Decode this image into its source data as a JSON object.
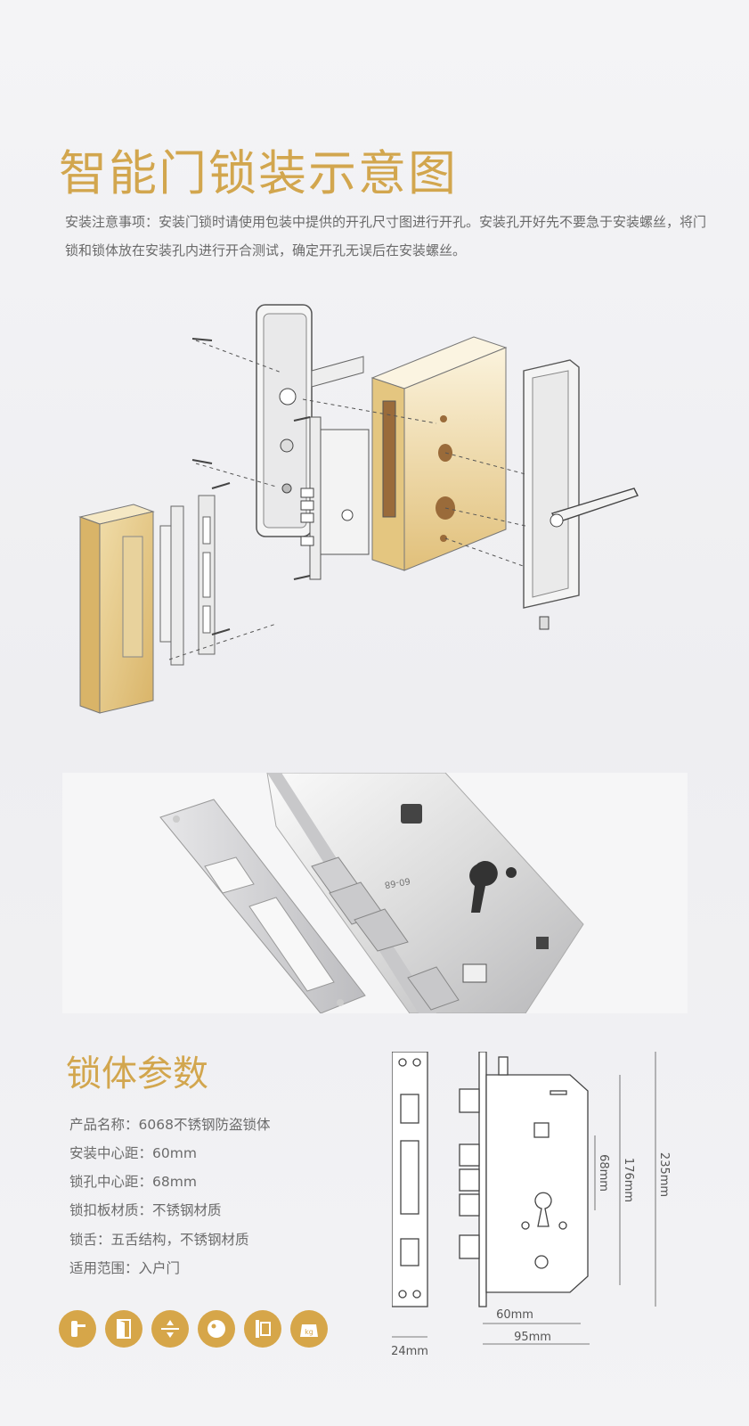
{
  "title": "智能门锁装示意图",
  "install_note": "安装注意事项：安装门锁时请使用包装中提供的开孔尺寸图进行开孔。安装孔开好先不要急于安装螺丝，将门锁和锁体放在安装孔内进行开合测试，确定开孔无误后在安装螺丝。",
  "params": {
    "heading": "锁体参数",
    "items": [
      "产品名称：6068不锈钢防盗锁体",
      "安装中心距：60mm",
      "锁孔中心距：68mm",
      "锁扣板材质：不锈钢材质",
      "锁舌：五舌结构，不锈钢材质",
      "适用范围：入户门"
    ]
  },
  "dimensions": {
    "w24": "24mm",
    "w60": "60mm",
    "w95": "95mm",
    "h68": "68mm",
    "h176": "176mm",
    "h235": "235mm"
  },
  "photo_marks": {
    "model": "60-68"
  },
  "icons": [
    "handle-icon",
    "door-icon",
    "thickness-icon",
    "knob-icon",
    "mortise-icon",
    "weight-icon"
  ],
  "icon_text": {
    "kg": "kg"
  },
  "colors": {
    "gold": "#d2a64e",
    "icon_gold": "#d6a649"
  }
}
